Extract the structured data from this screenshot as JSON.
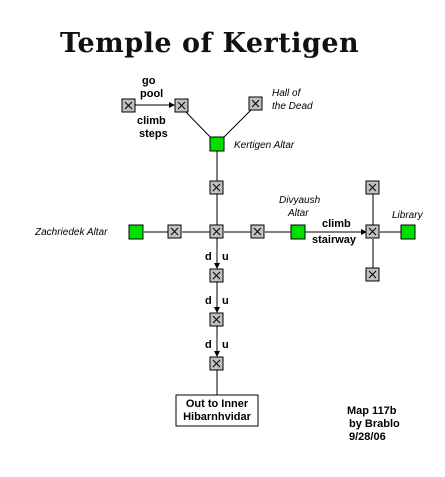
{
  "title": "Temple of Kertigen",
  "labels": {
    "go": "go",
    "pool": "pool",
    "climb1": "climb",
    "steps": "steps",
    "hall1": "Hall of",
    "hall2": "the Dead",
    "kertigen_altar": "Kertigen Altar",
    "divyaush1": "Divyaush",
    "divyaush2": "Altar",
    "climb2": "climb",
    "stairway": "stairway",
    "library": "Library",
    "zachriedek": "Zachriedek Altar",
    "d": "d",
    "u": "u",
    "exit1": "Out to Inner",
    "exit2": "Hibarnhvidar"
  },
  "credits": {
    "map": "Map 117b",
    "by": "by Brablo",
    "date": "9/28/06"
  },
  "colors": {
    "special_room": "#00e000",
    "room": "#c0c0c0"
  }
}
